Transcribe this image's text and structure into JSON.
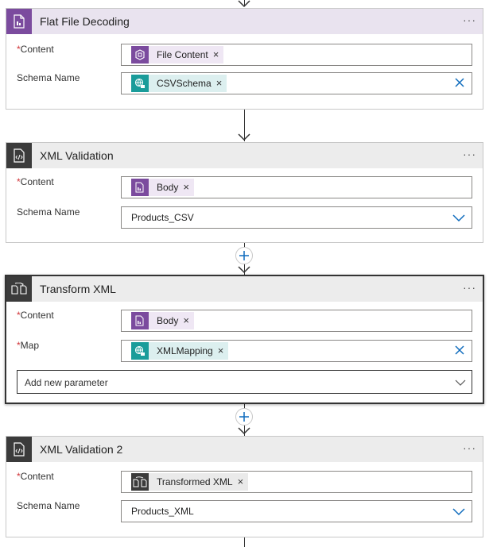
{
  "cards": [
    {
      "title": "Flat File Decoding",
      "header_bg": "#e9e3ef",
      "icon_bg": "#7b4b9e",
      "icon": "flat-file-icon",
      "rows": [
        {
          "label": "Content",
          "required": true,
          "token": "File Content",
          "token_style": "purple",
          "token_icon": "flat-file-icon"
        },
        {
          "label": "Schema Name",
          "required": false,
          "token": "CSVSchema",
          "token_style": "teal",
          "token_icon": "globe-icon"
        }
      ]
    },
    {
      "title": "XML Validation",
      "header_bg": "#ececec",
      "icon_bg": "#3b3b3b",
      "icon": "xml-validation-icon",
      "rows": [
        {
          "label": "Content",
          "required": true,
          "token": "Body",
          "token_style": "purple",
          "token_icon": "flat-file-icon"
        },
        {
          "label": "Schema Name",
          "required": false,
          "value": "Products_CSV"
        }
      ]
    },
    {
      "title": "Transform XML",
      "header_bg": "#ececec",
      "icon_bg": "#3b3b3b",
      "icon": "transform-xml-icon",
      "rows": [
        {
          "label": "Content",
          "required": true,
          "token": "Body",
          "token_style": "purple",
          "token_icon": "flat-file-icon"
        },
        {
          "label": "Map",
          "required": true,
          "token": "XMLMapping",
          "token_style": "teal",
          "token_icon": "globe-icon"
        }
      ],
      "add_parameter": "Add new parameter"
    },
    {
      "title": "XML Validation 2",
      "header_bg": "#ececec",
      "icon_bg": "#3b3b3b",
      "icon": "xml-validation-icon",
      "rows": [
        {
          "label": "Content",
          "required": true,
          "token": "Transformed XML",
          "token_style": "dark",
          "token_icon": "transform-xml-icon"
        },
        {
          "label": "Schema Name",
          "required": false,
          "value": "Products_XML"
        }
      ]
    }
  ],
  "more_label": "···",
  "required_mark": "*",
  "token_remove": "×"
}
